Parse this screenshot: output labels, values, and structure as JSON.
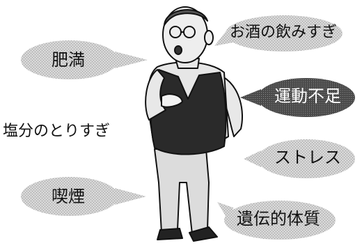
{
  "diagram": {
    "labels": {
      "obesity": "肥満",
      "salt": "塩分のとりすぎ",
      "smoking": "喫煙",
      "alcohol": "お酒の飲みすぎ",
      "exercise": "運動不足",
      "stress": "ストレス",
      "heredity": "遺伝的体質"
    },
    "colors": {
      "bubble": "#c8c8c8",
      "bubble_dark": "#555555",
      "figure_vest": "#2a2a2a",
      "figure_pants": "#d8d8d8",
      "figure_skin": "#e9e9e9"
    },
    "icons": [
      "man-figure",
      "arrow-bubble"
    ]
  }
}
